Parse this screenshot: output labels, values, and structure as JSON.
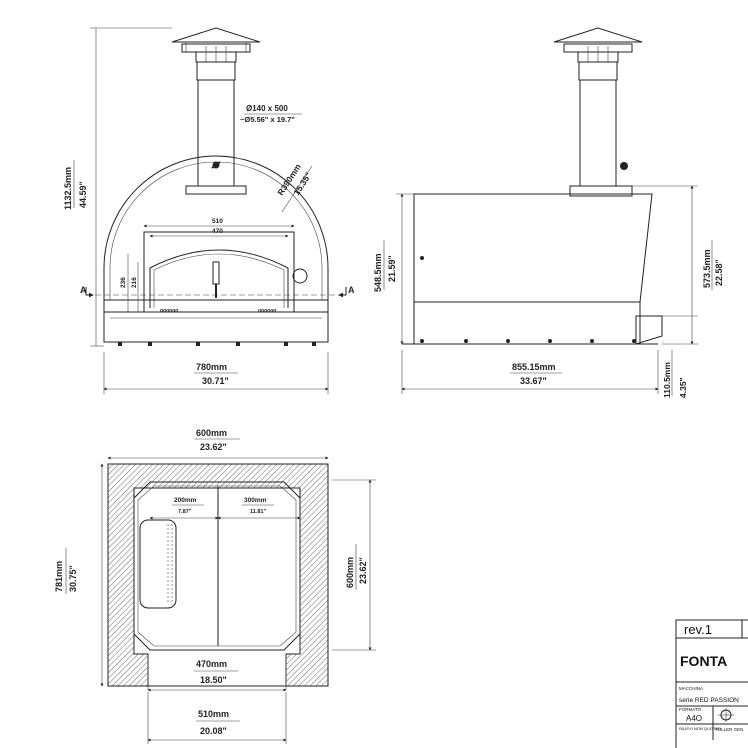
{
  "front_view": {
    "flue_dim": "Ø140 x 500",
    "flue_dim_in": "~Ø5.56\" x 19.7\"",
    "radius_mm": "R390mm",
    "radius_in": "15.35\"",
    "height_mm": "1132.5mm",
    "height_in": "44.59\"",
    "inner_510": "510",
    "inner_470": "470",
    "door_236": "236",
    "door_216": "216",
    "section_a": "A",
    "width_mm": "780mm",
    "width_in": "30.71\""
  },
  "side_view": {
    "height_mm": "548.5mm",
    "height_in": "21.59\"",
    "right_height_mm": "573.5mm",
    "right_height_in": "22.58\"",
    "depth_mm": "855.15mm",
    "depth_in": "33.67\"",
    "foot_mm": "110.5mm",
    "foot_in": "4.35\""
  },
  "plan_view": {
    "top_mm": "600mm",
    "top_in": "23.62\"",
    "left_mm": "781mm",
    "left_in": "30.75\"",
    "right_mm": "600mm",
    "right_in": "23.62\"",
    "inner_200_mm": "200mm",
    "inner_200_in": "7.87\"",
    "inner_300_mm": "300mm",
    "inner_300_in": "11.81\"",
    "mouth_mm": "470mm",
    "mouth_in": "18.50\"",
    "bottom_mm": "510mm",
    "bottom_in": "20.08\""
  },
  "title_block": {
    "rev": "rev.1",
    "brand": "FONTA",
    "machine_label": "MACCHINA",
    "series": "serie RED PASSION",
    "format_label": "FORMATO",
    "format": "A4O",
    "quotes_label": "RILIEVI NON QUOTATI",
    "tolerance": "TOLLER GEN"
  }
}
